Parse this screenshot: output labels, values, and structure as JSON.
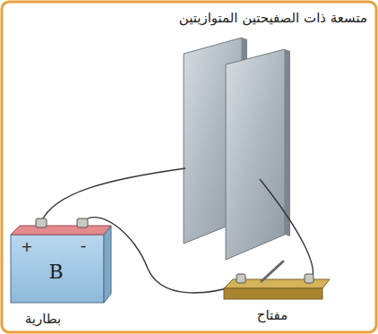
{
  "diagram": {
    "title": "متسعة ذات الصفيحتين المتوازيتين",
    "labels": [
      "+",
      "-",
      "B",
      "بطارية",
      "مفتاح"
    ]
  }
}
